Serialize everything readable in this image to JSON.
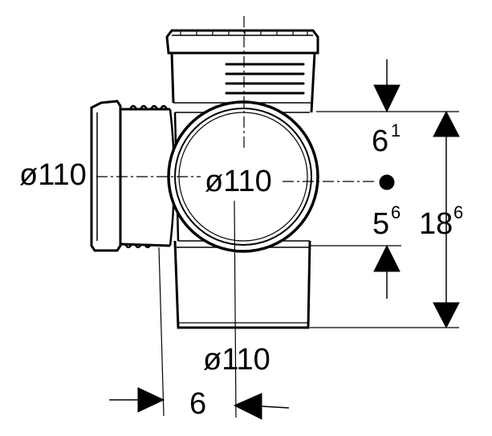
{
  "labels": {
    "dia_left": "ø110",
    "dia_center": "ø110",
    "dia_bottom": "ø110",
    "dim_top_main": "6",
    "dim_top_sup": "1",
    "dim_mid_main": "5",
    "dim_mid_sup": "6",
    "dim_total_main": "18",
    "dim_total_sup": "6",
    "dim_bottom": "6"
  }
}
